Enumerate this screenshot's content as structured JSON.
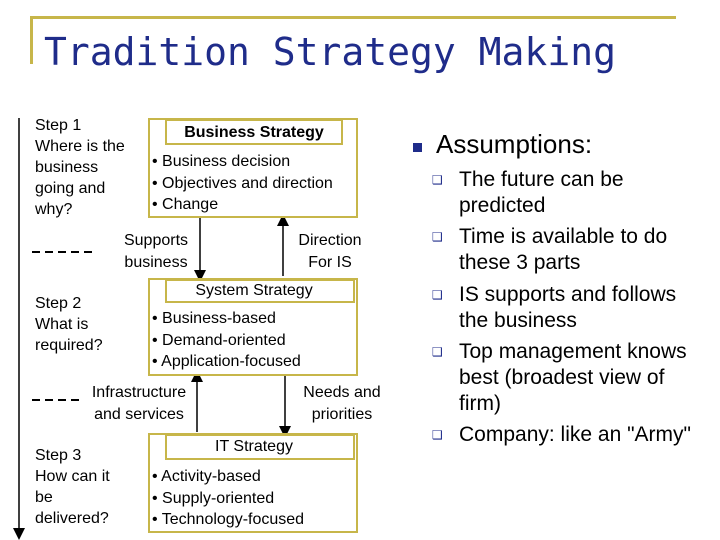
{
  "title": "Tradition Strategy Making",
  "steps": {
    "step1": [
      "Step 1",
      "Where is the",
      "business",
      "going and",
      "why?"
    ],
    "step2": [
      "Step 2",
      "What is",
      "required?"
    ],
    "step3": [
      "Step 3",
      "How can it",
      "be",
      "delivered?"
    ]
  },
  "business_strategy": {
    "title": "Business Strategy",
    "items": [
      "• Business decision",
      "• Objectives and direction",
      "• Change"
    ]
  },
  "system_strategy": {
    "title": "System Strategy",
    "items": [
      "• Business-based",
      "• Demand-oriented",
      "• Application-focused"
    ]
  },
  "it_strategy": {
    "title": "IT Strategy",
    "items": [
      "• Activity-based",
      "• Supply-oriented",
      "• Technology-focused"
    ]
  },
  "labels": {
    "supports": [
      "Supports",
      "business"
    ],
    "direction": [
      "Direction",
      "For IS"
    ],
    "infrastructure": [
      "Infrastructure",
      "and services"
    ],
    "needs": [
      "Needs and",
      "priorities"
    ]
  },
  "assumptions": {
    "heading": "Assumptions:",
    "items": [
      "The future can be predicted",
      "Time is available to do these 3 parts",
      "IS supports and follows the business",
      "Top management knows best (broadest view of firm)",
      "Company: like an \"Army\""
    ]
  },
  "colors": {
    "accent": "#c7b64a",
    "title": "#1f2c8a"
  }
}
